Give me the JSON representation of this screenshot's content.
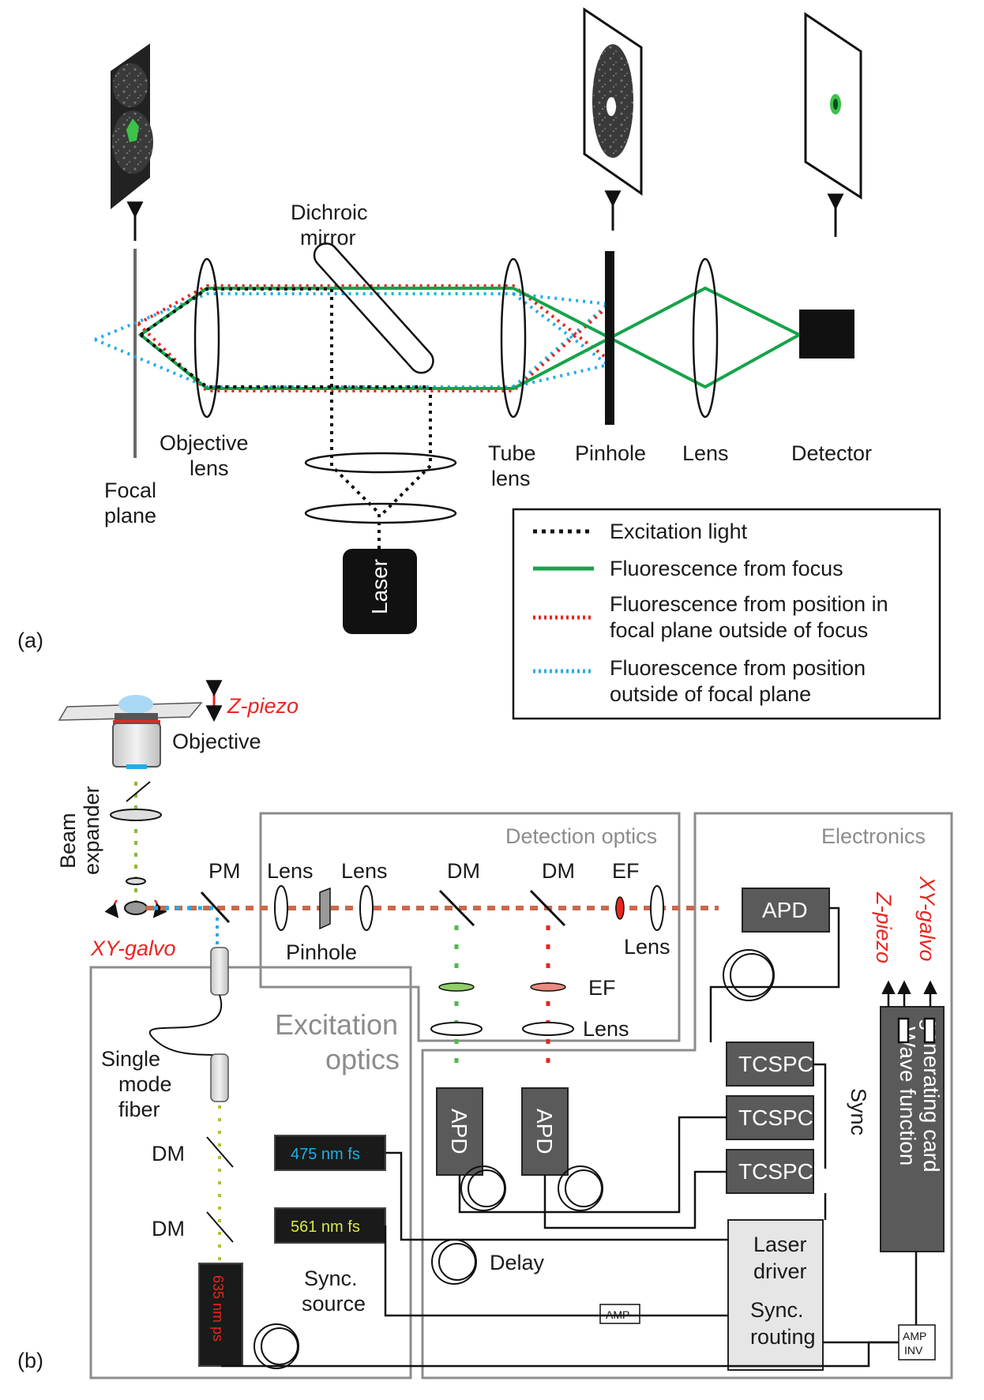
{
  "panel_a": {
    "label": "(a)",
    "dichroic_mirror": [
      "Dichroic",
      "mirror"
    ],
    "objective_lens": [
      "Objective",
      "lens"
    ],
    "focal_plane": [
      "Focal",
      "plane"
    ],
    "tube_lens": [
      "Tube",
      "lens"
    ],
    "pinhole": "Pinhole",
    "lens": "Lens",
    "detector": "Detector",
    "laser": "Laser",
    "legend": [
      {
        "label": [
          "Excitation light"
        ],
        "color": "#111111",
        "style": "dotted"
      },
      {
        "label": [
          "Fluorescence from focus"
        ],
        "color": "#16a34a",
        "style": "solid"
      },
      {
        "label": [
          "Fluorescence from position in",
          "focal plane outside of focus"
        ],
        "color": "#e8261f",
        "style": "dotted"
      },
      {
        "label": [
          "Fluorescence  from  position",
          "outside of focal plane"
        ],
        "color": "#22aee6",
        "style": "dotted"
      }
    ]
  },
  "panel_b": {
    "label": "(b)",
    "z_piezo": "Z-piezo",
    "objective": "Objective",
    "beam_expander": [
      "Beam",
      "expander"
    ],
    "xy_galvo": "XY-galvo",
    "pm": "PM",
    "lens1": "Lens",
    "lens2": "Lens",
    "pinhole": "Pinhole",
    "dm1": "DM",
    "dm2": "DM",
    "ef_top": "EF",
    "lens_top": "Lens",
    "ef_mid": "EF",
    "lens_mid": "Lens",
    "detection_optics": "Detection optics",
    "electronics": "Electronics",
    "excitation_optics": [
      "Excitation",
      "optics"
    ],
    "apd_main": "APD",
    "apd_v1": "APD",
    "apd_v2": "APD",
    "tcspc": [
      "TCSPC",
      "TCSPC",
      "TCSPC"
    ],
    "sync": "Sync",
    "wave_function_card": [
      "Wave function",
      "generating card"
    ],
    "z_piezo_out": "Z-piezo",
    "xy_galvo_out": "XY-galvo",
    "single_mode_fiber": [
      "Single",
      "mode",
      "fiber"
    ],
    "dm_lower1": "DM",
    "dm_lower2": "DM",
    "laser_475": "475 nm fs",
    "laser_561": "561 nm fs",
    "laser_635": "635 nm ps",
    "sync_source": [
      "Sync.",
      "source"
    ],
    "delay": "Delay",
    "amp": "AMP",
    "amp_inv": [
      "AMP",
      "INV"
    ],
    "laser_driver": [
      "Laser",
      "driver",
      "Sync.",
      "routing"
    ]
  },
  "colors": {
    "excitation": "#111111",
    "focus": "#16a34a",
    "red": "#e8261f",
    "blue": "#22aee6",
    "yellow_green": "#a5c83a",
    "box_gray": "#8c8c8c",
    "dark_box": "#4a4a4a"
  }
}
